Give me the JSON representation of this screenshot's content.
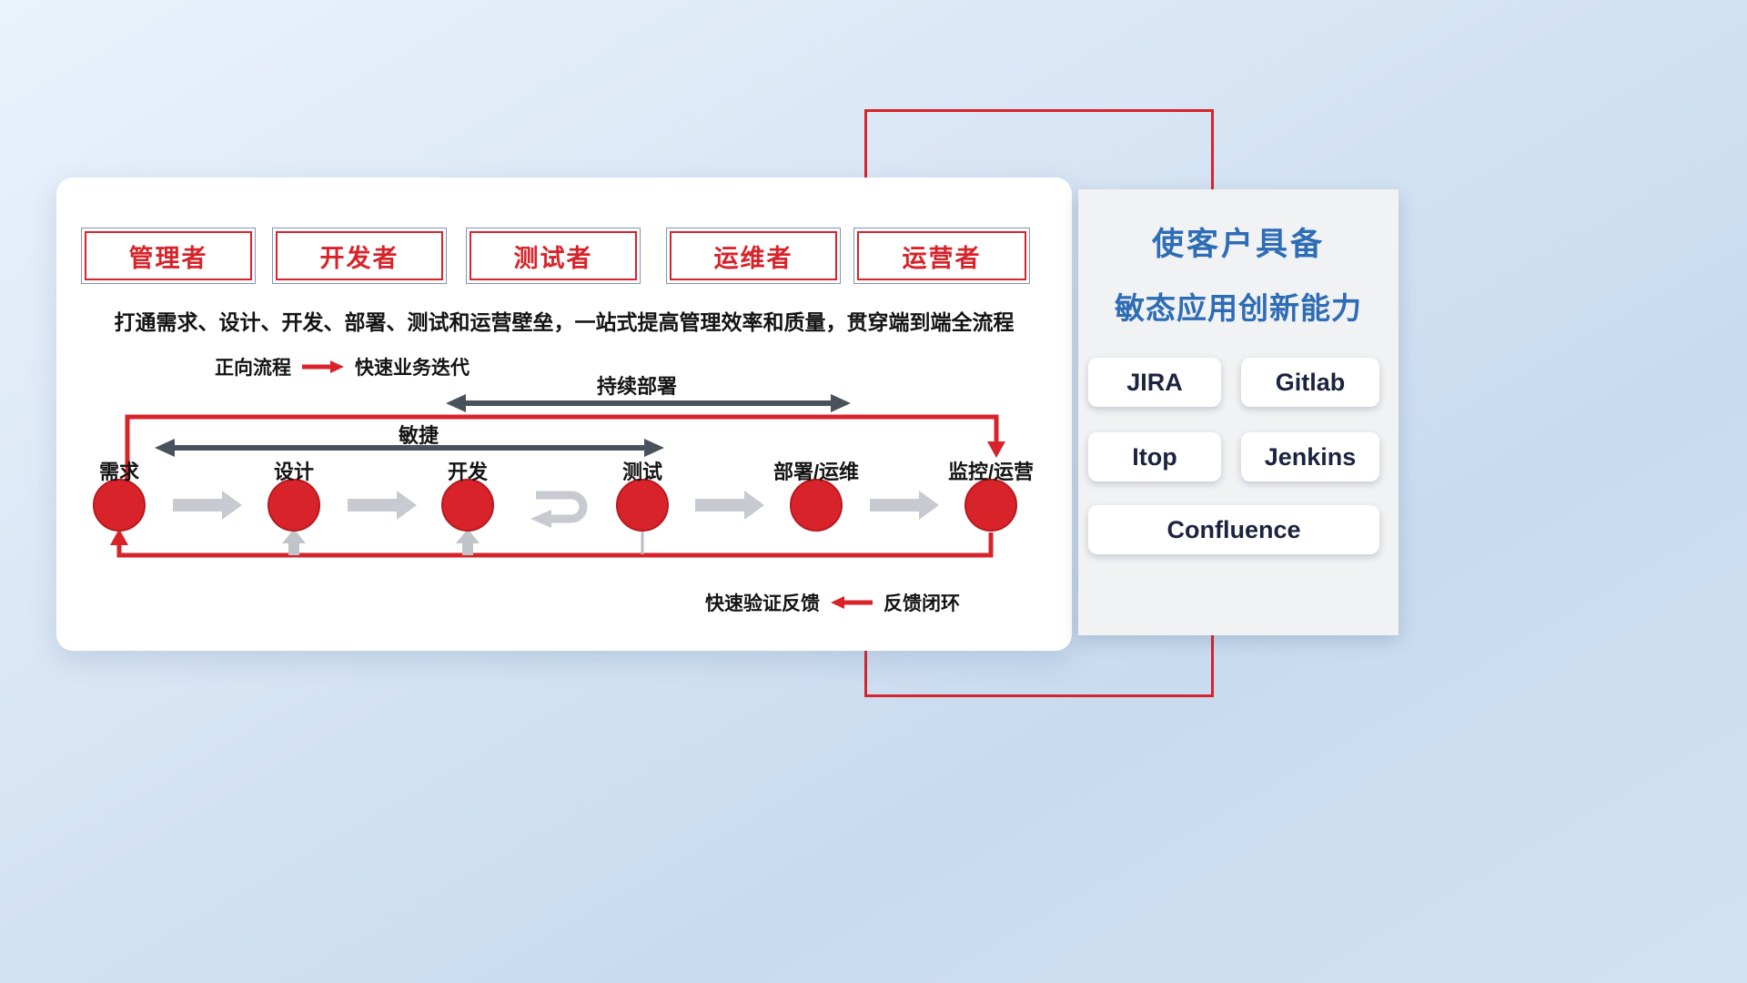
{
  "roles": [
    "管理者",
    "开发者",
    "测试者",
    "运维者",
    "运营者"
  ],
  "subtitle": "打通需求、设计、开发、部署、测试和运营壁垒，一站式提高管理效率和质量，贯穿端到端全流程",
  "legend_forward": {
    "label": "正向流程",
    "value": "快速业务迭代"
  },
  "legend_feedback": {
    "label": "快速验证反馈",
    "value": "反馈闭环"
  },
  "flow": {
    "deploy_label": "持续部署",
    "agile_label": "敏捷",
    "nodes": [
      "需求",
      "设计",
      "开发",
      "测试",
      "部署/运维",
      "监控/运营"
    ]
  },
  "right_panel": {
    "title_line1": "使客户具备",
    "title_line2": "敏态应用创新能力",
    "tools": [
      "JIRA",
      "Gitlab",
      "Itop",
      "Jenkins",
      "Confluence"
    ]
  },
  "colors": {
    "accent_red": "#d8232a",
    "title_blue": "#2e6cb5",
    "arrow_dark": "#49525c",
    "arrow_gray": "#c7cad0"
  }
}
